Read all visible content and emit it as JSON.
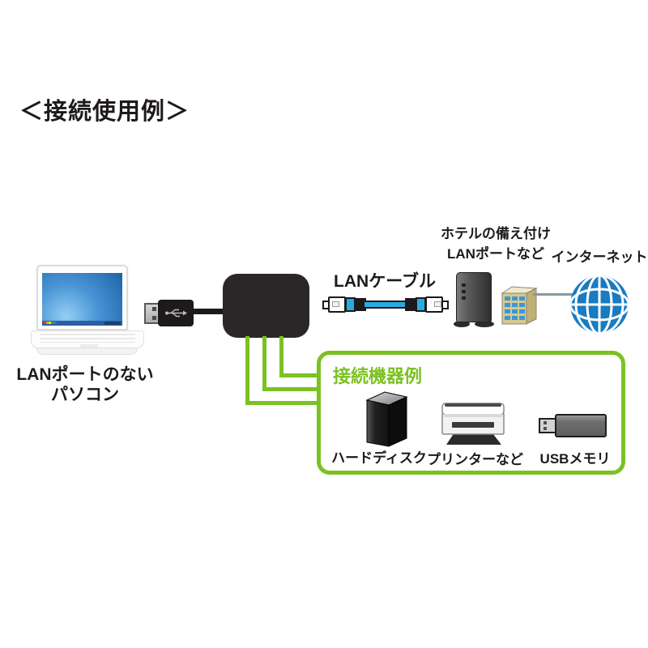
{
  "title": "＜接続使用例＞",
  "laptop": {
    "label_line1": "LANポートのない",
    "label_line2": "パソコン"
  },
  "lan_cable": {
    "label": "LANケーブル"
  },
  "hotel_lan": {
    "label_line1": "ホテルの備え付け",
    "label_line2": "LANポートなど"
  },
  "internet": {
    "label": "インターネット"
  },
  "devices_box": {
    "title": "接続機器例",
    "items": [
      {
        "icon": "hard-disk-icon",
        "label": "ハードディスク"
      },
      {
        "icon": "printer-icon",
        "label": "プリンターなど"
      },
      {
        "icon": "usb-memory-icon",
        "label": "USBメモリ"
      }
    ]
  },
  "colors": {
    "accent_green": "#7cc122",
    "lan_blue": "#29abe2",
    "globe_blue": "#1a7bbf",
    "building_tan": "#d6c98f",
    "text": "#1e1a1b"
  }
}
